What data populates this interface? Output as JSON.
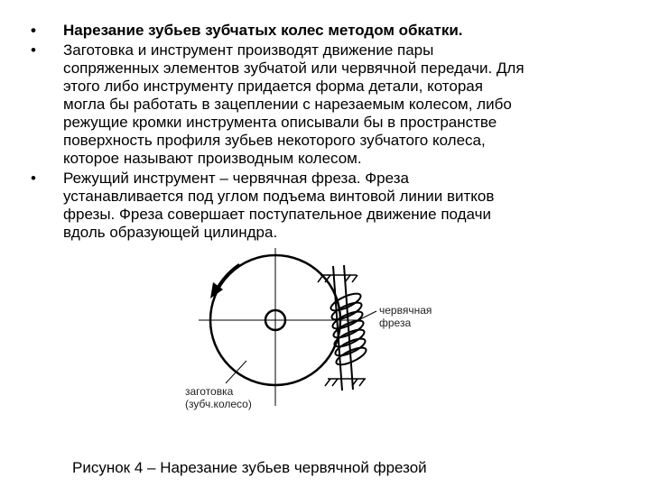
{
  "bullets": [
    {
      "lines": [
        "Нарезание зубьев зубчатых колес методом обкатки."
      ]
    },
    {
      "lines": [
        "Заготовка и инструмент производят движение пары",
        "сопряженных элементов зубчатой или червячной передачи. Для",
        "этого либо инструменту придается форма детали, которая",
        "могла бы работать в зацеплении с нарезаемым колесом, либо",
        "режущие кромки инструмента описывали бы в пространстве",
        "поверхность профиля зубьев некоторого зубчатого колеса,",
        "которое называют производным колесом."
      ]
    },
    {
      "lines": [
        "Режущий инструмент – червячная фреза. Фреза",
        "устанавливается под углом подъема винтовой линии витков",
        "фрезы. Фреза совершает поступательное движение подачи",
        "вдоль образующей цилиндра."
      ]
    }
  ],
  "figure": {
    "label_cutter": [
      "червячная",
      "фреза"
    ],
    "label_blank": [
      "заготовка",
      "(зубч.колесо)"
    ]
  },
  "caption": "Рисунок 4 – Нарезание зубьев червячной фрезой"
}
